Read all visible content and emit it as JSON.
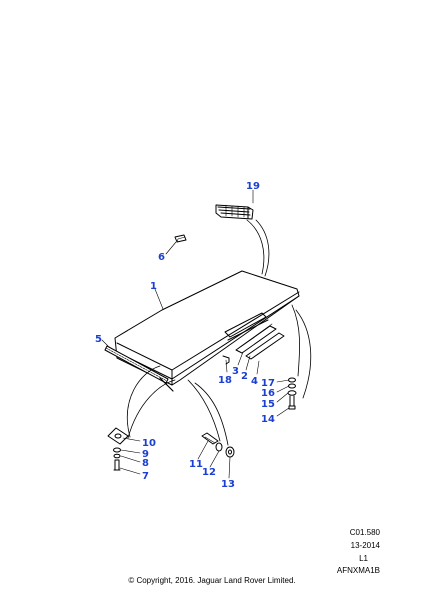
{
  "callouts": {
    "c1": "1",
    "c2": "2",
    "c3": "3",
    "c4": "4",
    "c5": "5",
    "c6": "6",
    "c7": "7",
    "c8": "8",
    "c9": "9",
    "c10": "10",
    "c11": "11",
    "c12": "12",
    "c13": "13",
    "c14": "14",
    "c15": "15",
    "c16": "16",
    "c17": "17",
    "c18": "18",
    "c19": "19"
  },
  "reference": {
    "code": "C01.580",
    "date": "13-2014",
    "level": "L1",
    "illustration_id": "AFNXMA1B"
  },
  "copyright": "© Copyright, 2016. Jaguar Land Rover Limited.",
  "colors": {
    "callout": "#1a3fd1",
    "line": "#000000"
  }
}
